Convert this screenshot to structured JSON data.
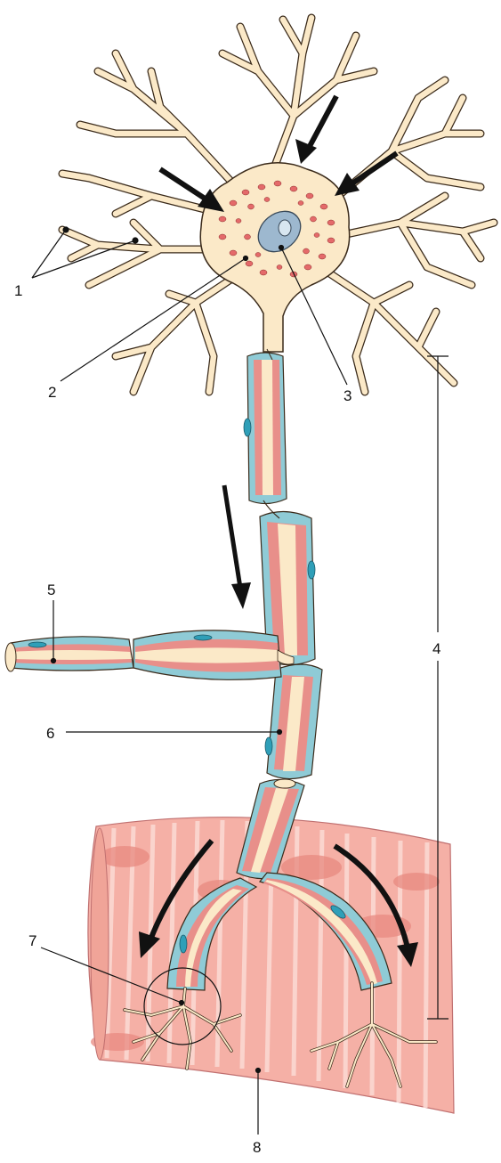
{
  "labels": [
    {
      "id": "1",
      "text": "1"
    },
    {
      "id": "2",
      "text": "2"
    },
    {
      "id": "3",
      "text": "3"
    },
    {
      "id": "4",
      "text": "4"
    },
    {
      "id": "5",
      "text": "5"
    },
    {
      "id": "6",
      "text": "6"
    },
    {
      "id": "7",
      "text": "7"
    },
    {
      "id": "8",
      "text": "8"
    }
  ],
  "colors": {
    "cytoplasm": "#fbe9c8",
    "outline": "#3a2a1a",
    "granule": "#e46a6a",
    "nucleus": "#9db8cf",
    "myelin": "#e88f8a",
    "sheath": "#8fcbd6",
    "schwann_nucleus": "#2f9fb8",
    "muscle": "#f5b0a6",
    "muscle_stripe": "#fbd8d2",
    "arrow": "#111111"
  },
  "icons": [
    "dendrite",
    "cell-body",
    "nucleus",
    "axon",
    "myelin-sheath",
    "node-of-ranvier",
    "axon-terminal",
    "muscle-fiber",
    "signal-arrow"
  ]
}
